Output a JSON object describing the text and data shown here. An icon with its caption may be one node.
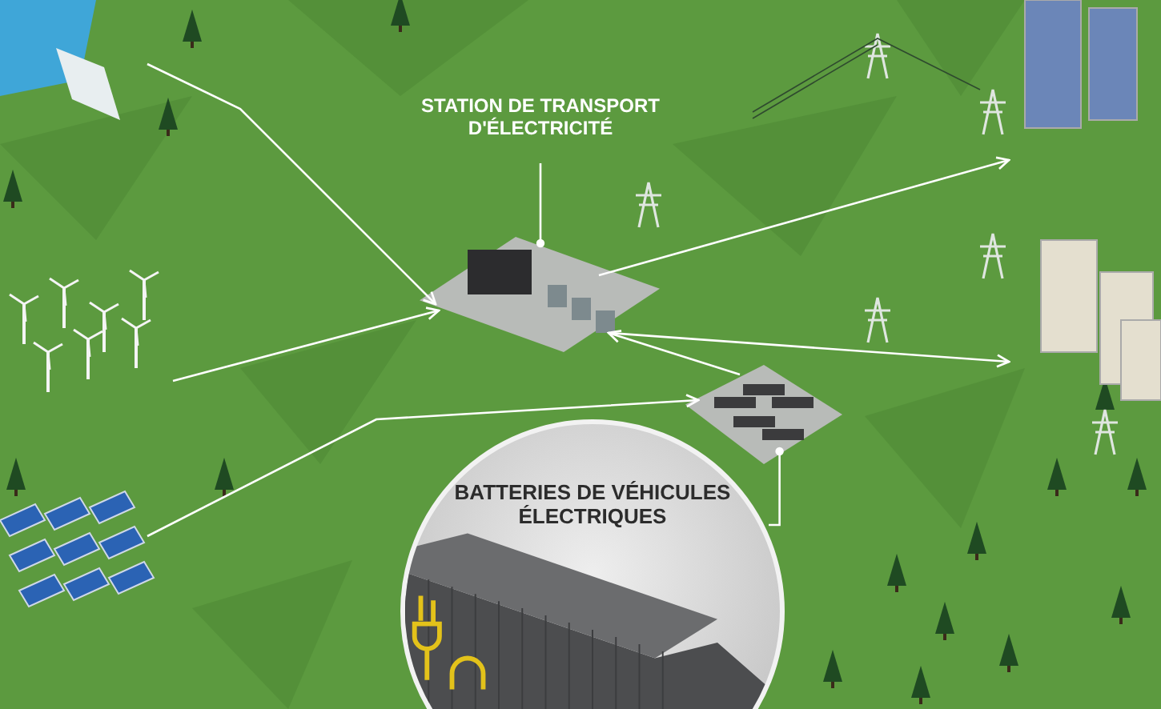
{
  "diagram": {
    "nodes": [
      {
        "text": [
          "STATION DE TRANSPORT D'ÉLECTRICITÉ"
        ]
      },
      {
        "text": [],
        "shape": "picture"
      },
      {
        "text": [
          "BATTERIES DE VÉHICULES ÉLECTRIQUES"
        ]
      },
      {
        "text": [],
        "shape": "picture"
      },
      {
        "text": [],
        "shape": "picture"
      },
      {
        "text": [],
        "shape": "picture"
      },
      {
        "text": [],
        "shape": "picture"
      },
      {
        "text": [],
        "shape": "picture"
      }
    ],
    "edges": [
      {
        "from": 0,
        "to": 1,
        "arrow": "other"
      },
      {
        "from": 2,
        "to": 3,
        "arrow": "other"
      },
      {
        "from": 4,
        "to": 1,
        "arrow": "to"
      },
      {
        "from": 5,
        "to": 1,
        "arrow": "to"
      },
      {
        "from": 6,
        "to": 3,
        "arrow": "to"
      },
      {
        "from": 3,
        "to": 1,
        "arrow": "to"
      },
      {
        "from": 1,
        "to": 7,
        "arrow": "to"
      },
      {
        "from": 1,
        "to": 7,
        "arrow": "to"
      }
    ]
  }
}
